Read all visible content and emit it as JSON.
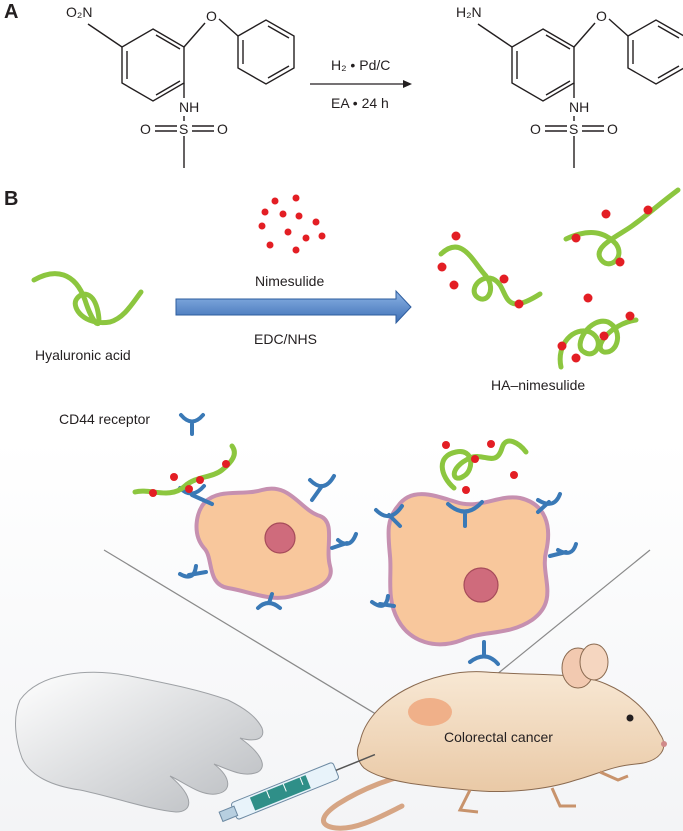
{
  "panels": {
    "a": "A",
    "b": "B"
  },
  "reaction": {
    "reagent_top": "H₂ • Pd/C",
    "reagent_bottom": "EA • 24 h"
  },
  "molecule_start": {
    "no2": "O₂N",
    "o": "O",
    "nh": "NH",
    "s": "S",
    "o_left": "O",
    "o_right": "O"
  },
  "molecule_product": {
    "nh2": "H₂N",
    "o": "O",
    "nh": "NH",
    "s": "S",
    "o_left": "O",
    "o_right": "O"
  },
  "synthesis": {
    "drug": "Nimesulide",
    "reagent": "EDC/NHS",
    "polymer": "Hyaluronic acid",
    "conjugate": "HA–nimesulide"
  },
  "legend": {
    "receptor": "CD44 receptor"
  },
  "model": {
    "tumor": "Colorectal cancer"
  },
  "colors": {
    "strand": "#8cc63f",
    "drug_dot": "#e31e24",
    "arrow_fill": "#5b8fd0",
    "receptor": "#3a79b6",
    "cell": "#f8c79c",
    "cell_border": "#c690b0",
    "nucleus": "#cf6b7c",
    "mouse_body": "#f6e0c7",
    "tumor": "#f0b089"
  }
}
